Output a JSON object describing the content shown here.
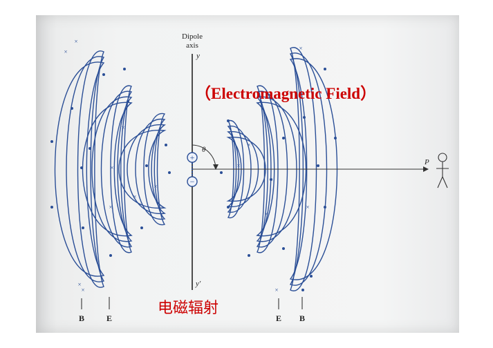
{
  "overlay": {
    "title": "（Electromagnetic Field）",
    "caption": "电磁辐射"
  },
  "figure": {
    "axis_label_line1": "Dipole",
    "axis_label_line2": "axis",
    "y_top": "y",
    "y_bottom": "y'",
    "theta": "θ",
    "point_p": "P",
    "charge_plus": "+",
    "charge_minus": "−",
    "left_labels": [
      "B",
      "E"
    ],
    "right_labels": [
      "E",
      "B"
    ]
  },
  "colors": {
    "line": "#2a4e96",
    "overlay_text": "#cc0000",
    "axis": "#222222"
  }
}
